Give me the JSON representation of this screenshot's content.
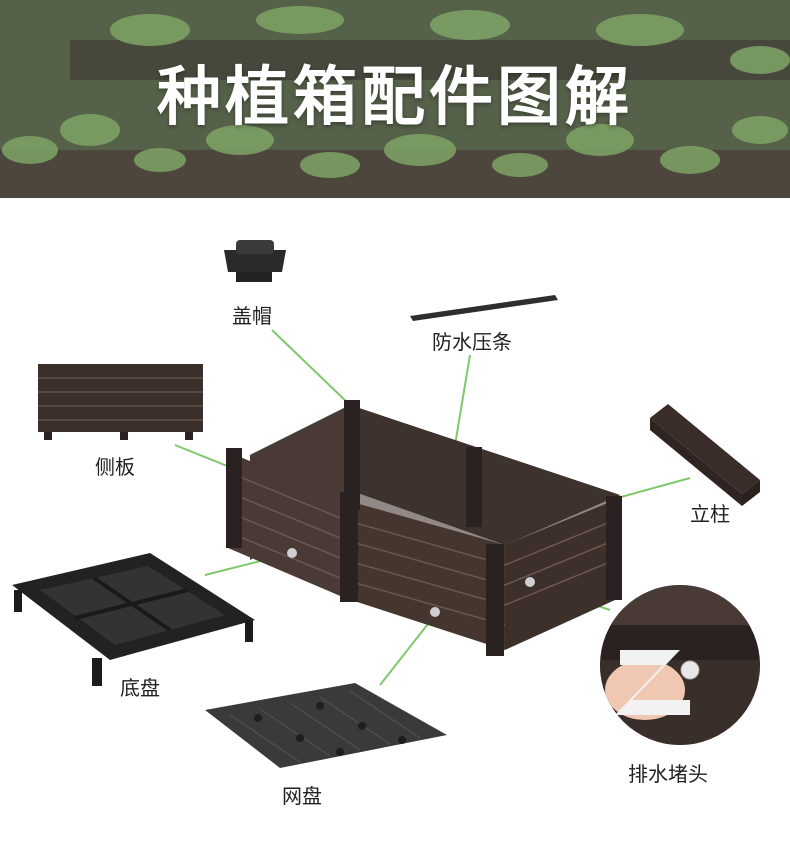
{
  "title": "种植箱配件图解",
  "labels": {
    "cap": "盖帽",
    "strip": "防水压条",
    "side_panel": "侧板",
    "post": "立柱",
    "base_tray": "底盘",
    "mesh_tray": "网盘",
    "drain_plug": "排水堵头"
  },
  "colors": {
    "leader_line": "#7ec86a",
    "planter": "#4a3a36",
    "dark_plastic": "#2a2a2a"
  }
}
